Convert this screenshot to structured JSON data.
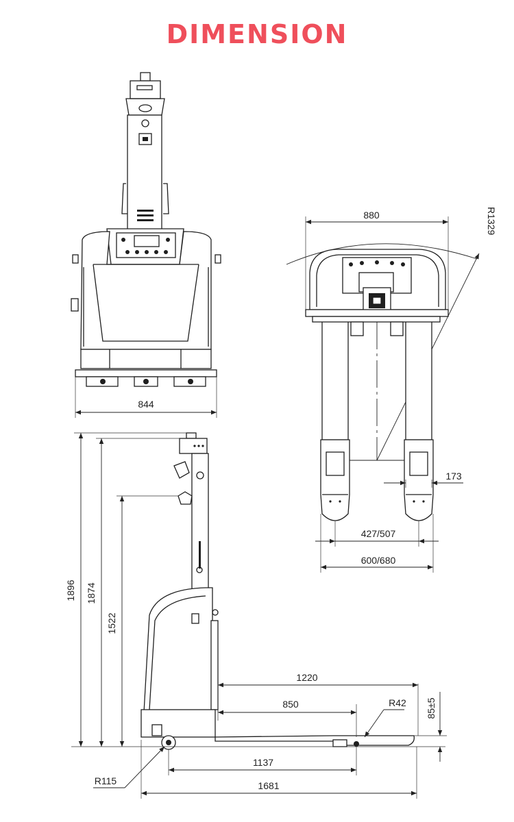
{
  "header": {
    "title": "DIMENSION"
  },
  "dimensions": {
    "front_width": "844",
    "top_width": "880",
    "turn_radius": "R1329",
    "fork_width": "173",
    "fork_inner": "427/507",
    "fork_outer": "600/680",
    "height_overall": "1896",
    "height_handle": "1874",
    "height_control": "1522",
    "fork_length": "1220",
    "fork_inner_length": "850",
    "fork_tip_radius": "R42",
    "fork_height": "85±5",
    "wheelbase": "1137",
    "drive_wheel_radius": "R115",
    "overall_length": "1681"
  },
  "colors": {
    "title": "#ef4f5b",
    "line": "#1f1f1f"
  }
}
